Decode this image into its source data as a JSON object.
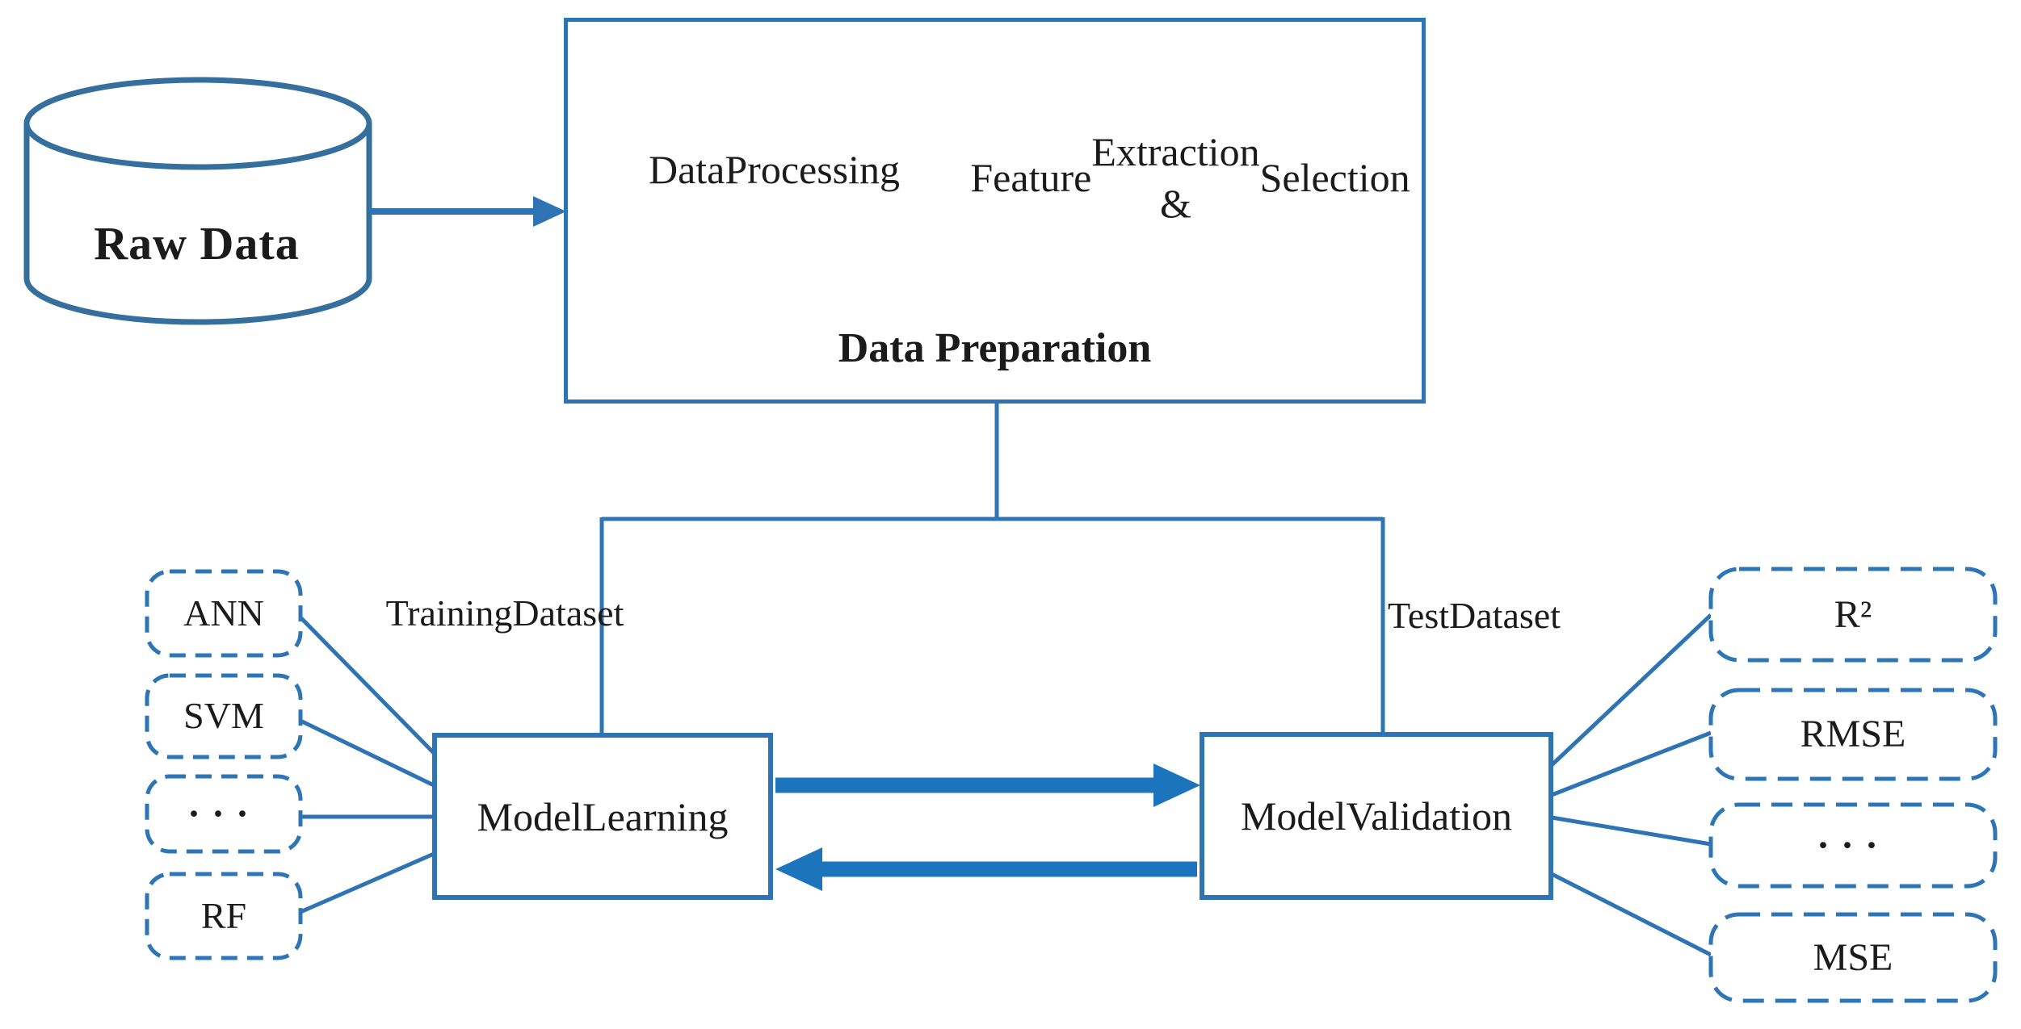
{
  "diagram": {
    "raw_data": {
      "label": "Raw Data"
    },
    "data_preparation": {
      "title": "Data Preparation",
      "data_processing": {
        "line1": "Data",
        "line2": "Processing"
      },
      "feature_extraction": {
        "line1": "Feature",
        "line2": "Extraction &",
        "line3": "Selection"
      }
    },
    "edge_labels": {
      "training_dataset": {
        "line1": "Training",
        "line2": "Dataset"
      },
      "test_dataset": {
        "line1": "Test",
        "line2": "Dataset"
      }
    },
    "model_learning": {
      "line1": "Model",
      "line2": "Learning"
    },
    "model_validation": {
      "line1": "Model",
      "line2": "Validation"
    },
    "algorithms": [
      {
        "label": "ANN"
      },
      {
        "label": "SVM"
      },
      {
        "label": "···"
      },
      {
        "label": "RF"
      }
    ],
    "metrics": [
      {
        "label": "R²"
      },
      {
        "label": "RMSE"
      },
      {
        "label": "···"
      },
      {
        "label": "MSE"
      }
    ],
    "colors": {
      "line_blue": "#2e74b5",
      "dashed_blue": "#2e75b6",
      "thick_arrow_blue": "#1b74bc",
      "cylinder_blue": "#346f9e",
      "text": "#1b1b1b"
    }
  }
}
